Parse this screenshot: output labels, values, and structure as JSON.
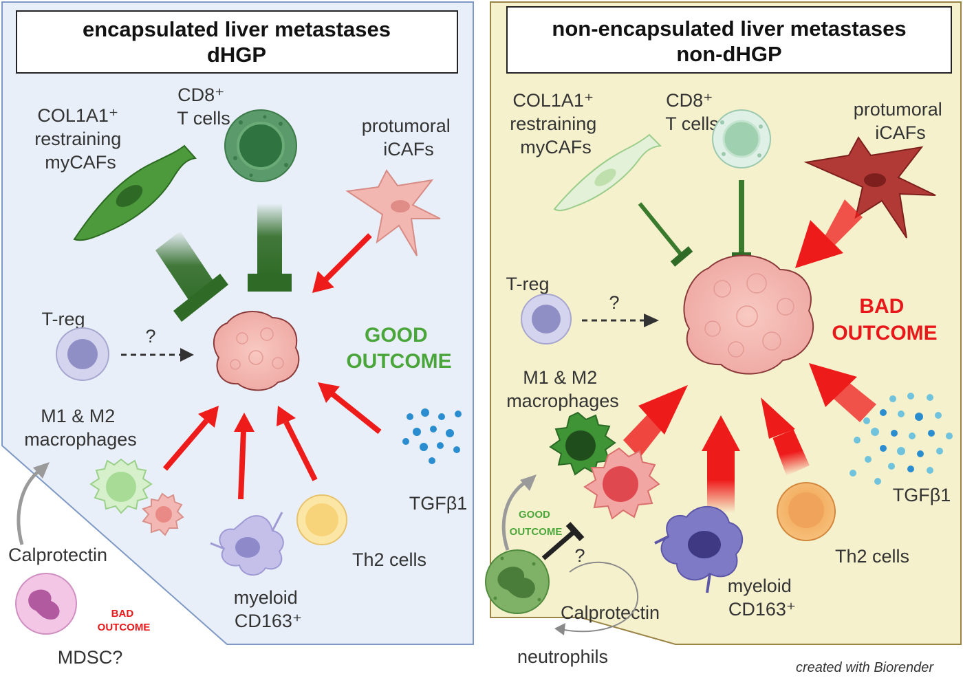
{
  "left_panel": {
    "title_line1": "encapsulated liver metastases",
    "title_line2": "dHGP",
    "myCAF_lines": [
      "COL1A1⁺",
      "restraining",
      "myCAFs"
    ],
    "cd8_lines": [
      "CD8⁺",
      "T cells"
    ],
    "icaf_lines": [
      "protumoral",
      "iCAFs"
    ],
    "treg": "T-reg",
    "question": "?",
    "outcome_lines": [
      "GOOD",
      "OUTCOME"
    ],
    "macrophage_lines": [
      "M1 & M2",
      "macrophages"
    ],
    "tgf": "TGFβ1",
    "th2": "Th2 cells",
    "myeloid_lines": [
      "myeloid",
      "CD163⁺"
    ],
    "calprotectin": "Calprotectin",
    "bad_outcome_lines": [
      "BAD",
      "OUTCOME"
    ],
    "mdsc": "MDSC?"
  },
  "right_panel": {
    "title_line1": "non-encapsulated liver metastases",
    "title_line2": "non-dHGP",
    "myCAF_lines": [
      "COL1A1⁺",
      "restraining",
      "myCAFs"
    ],
    "cd8_lines": [
      "CD8⁺",
      "T cells"
    ],
    "icaf_lines": [
      "protumoral",
      "iCAFs"
    ],
    "treg": "T-reg",
    "question": "?",
    "outcome_lines": [
      "BAD",
      "OUTCOME"
    ],
    "macrophage_lines": [
      "M1 & M2",
      "macrophages"
    ],
    "tgf": "TGFβ1",
    "th2": "Th2 cells",
    "myeloid_lines": [
      "myeloid",
      "CD163⁺"
    ],
    "good_outcome_lines": [
      "GOOD",
      "OUTCOME"
    ],
    "question2": "?",
    "calprotectin": "Calprotectin",
    "neutrophils": "neutrophils"
  },
  "credit": "created with Biorender",
  "colors": {
    "left_bg": "#e8eff8",
    "left_border": "#7d98c4",
    "right_bg": "#f6f1cd",
    "right_border": "#9a8445",
    "inhibit_green": "#2f6b26",
    "stimulate_red": "#ee1b1b",
    "good_text": "#4aa63a",
    "bad_text": "#e8181a"
  }
}
